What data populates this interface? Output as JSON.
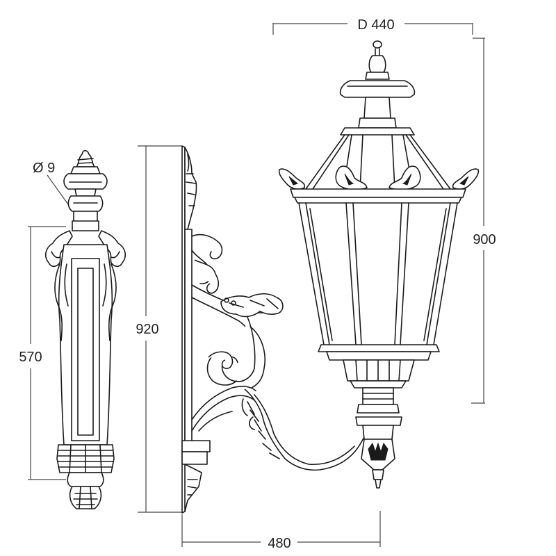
{
  "dimensions": {
    "diameter_top": "D 440",
    "height_lantern": "900",
    "height_total": "920",
    "projection": "480",
    "height_plate": "570",
    "hole_diameter": "Ø 9"
  }
}
